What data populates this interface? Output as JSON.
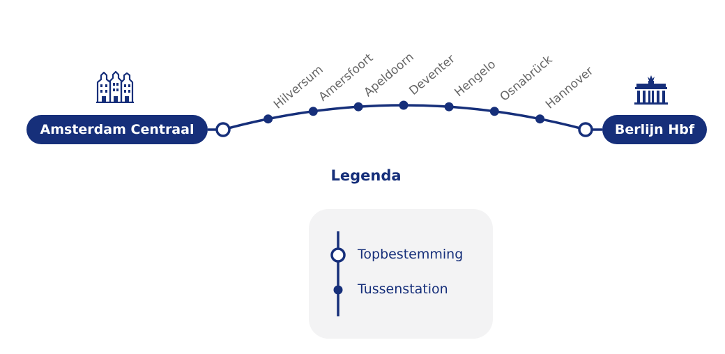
{
  "route": {
    "start": "Amsterdam Centraal",
    "end": "Berlijn Hbf",
    "stops": [
      "Hilversum",
      "Amersfoort",
      "Apeldoorn",
      "Deventer",
      "Hengelo",
      "Osnabrück",
      "Hannover"
    ]
  },
  "icons": {
    "start_city": "amsterdam-canal-houses-icon",
    "end_city": "brandenburg-gate-icon"
  },
  "legend": {
    "title": "Legenda",
    "major": "Topbestemming",
    "intermediate": "Tussenstation"
  },
  "colors": {
    "line": "#162f7a",
    "legend_bg": "#f3f3f4",
    "stop_label": "#666666"
  }
}
